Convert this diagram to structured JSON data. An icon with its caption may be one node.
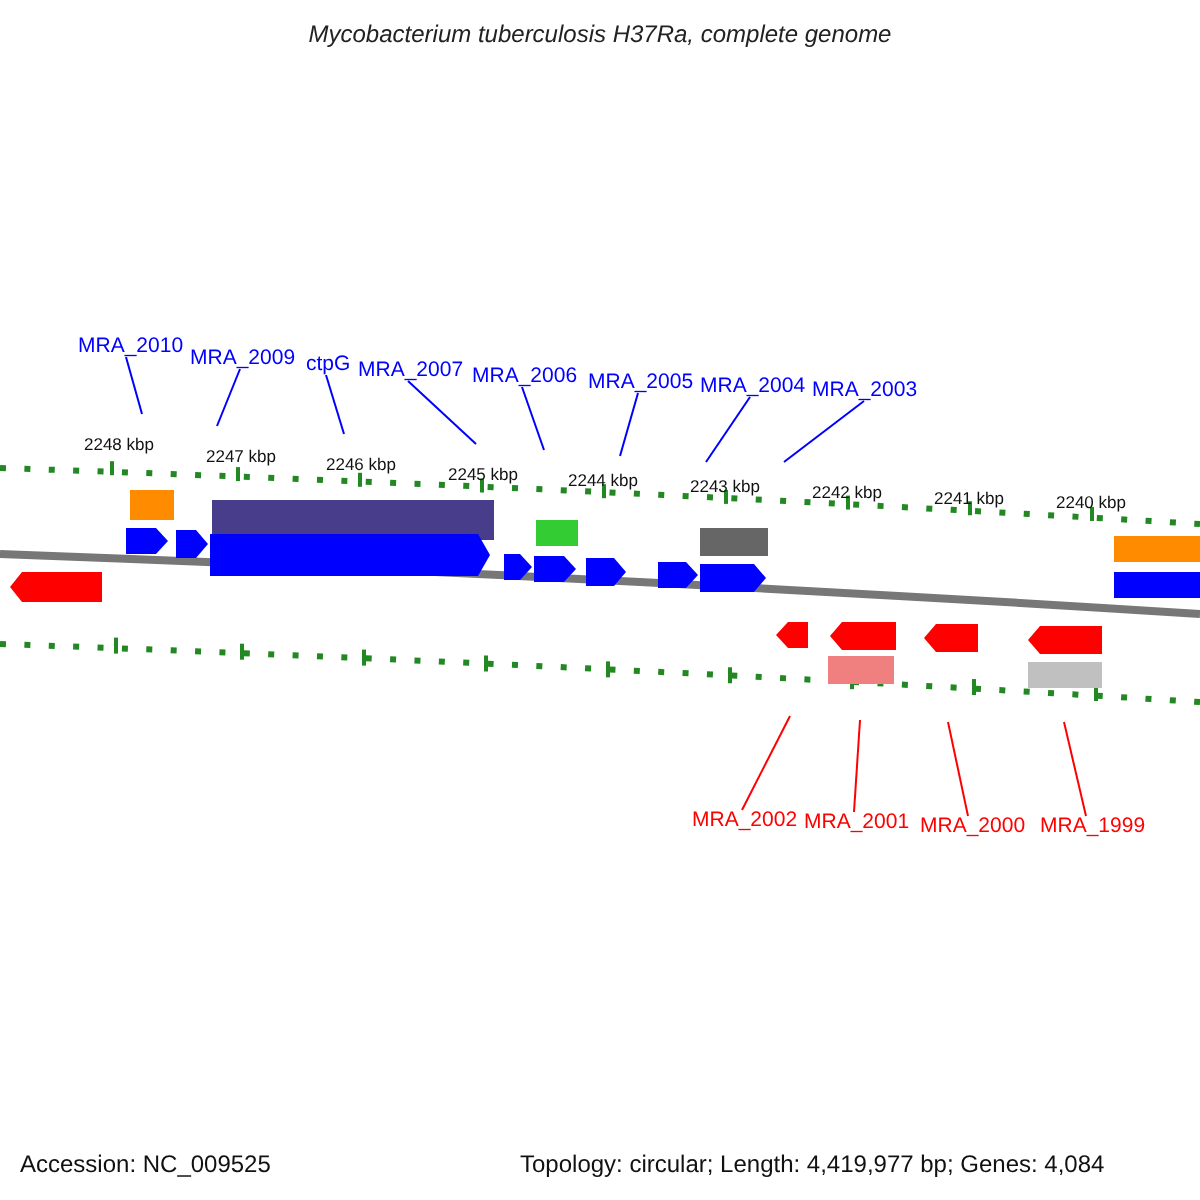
{
  "diagram": {
    "title": "Mycobacterium tuberculosis H37Ra, complete genome",
    "nodes": [
      {
        "text": [
          "MRA_2010"
        ]
      },
      {
        "text": [
          "MRA_2009"
        ]
      },
      {
        "text": [
          "ctpG"
        ]
      },
      {
        "text": [
          "MRA_2007"
        ]
      },
      {
        "text": [
          "MRA_2006"
        ]
      },
      {
        "text": [
          "MRA_2005"
        ]
      },
      {
        "text": [
          "MRA_2004"
        ]
      },
      {
        "text": [
          "MRA_2003"
        ]
      },
      {
        "text": [
          "MRA_2002"
        ]
      },
      {
        "text": [
          "MRA_2001"
        ]
      },
      {
        "text": [
          "MRA_2000"
        ]
      },
      {
        "text": [
          "MRA_1999"
        ]
      }
    ],
    "edges": [
      {
        "from": 0,
        "to": null,
        "arrow": "none"
      },
      {
        "from": 1,
        "to": null,
        "arrow": "none"
      },
      {
        "from": 2,
        "to": null,
        "arrow": "none"
      },
      {
        "from": 3,
        "to": null,
        "arrow": "none"
      },
      {
        "from": 4,
        "to": null,
        "arrow": "none"
      },
      {
        "from": 5,
        "to": null,
        "arrow": "none"
      },
      {
        "from": 6,
        "to": null,
        "arrow": "none"
      },
      {
        "from": 7,
        "to": null,
        "arrow": "none"
      },
      {
        "from": 8,
        "to": null,
        "arrow": "none",
        "color": "#ff0000"
      },
      {
        "from": 9,
        "to": null,
        "arrow": "none",
        "color": "#ff0000"
      },
      {
        "from": 10,
        "to": null,
        "arrow": "none",
        "color": "#ff0000"
      },
      {
        "from": 11,
        "to": null,
        "arrow": "none",
        "color": "#ff0000"
      }
    ],
    "labels": [
      "2248 kbp",
      "2247 kbp",
      "2246 kbp",
      "2245 kbp",
      "2244 kbp",
      "2243 kbp",
      "2242 kbp",
      "2241 kbp",
      "2240 kbp",
      "Accession: NC_009525",
      "Topology: circular; Length: 4,419,977 bp; Genes: 4,084"
    ]
  }
}
